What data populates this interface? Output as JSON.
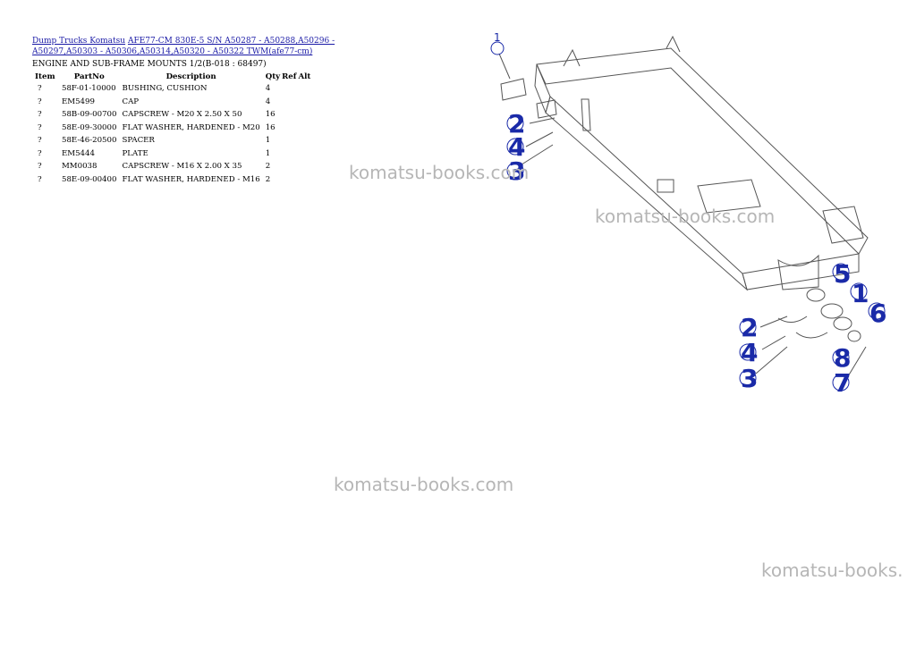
{
  "breadcrumb": {
    "link1": "Dump Trucks Komatsu",
    "link2": "AFE77-CM 830E-5 S/N A50287 - A50288,A50296 - A50297,A50303 - A50306,A50314,A50320 - A50322 TWM(afe77-cm)"
  },
  "page_title": "ENGINE AND SUB-FRAME MOUNTS 1/2(B-018 : 68497)",
  "table": {
    "headers": [
      "Item",
      "PartNo",
      "Description",
      "Qty",
      "Ref",
      "Alt"
    ],
    "rows": [
      [
        "?",
        "58F-01-10000",
        "BUSHING, CUSHION",
        "4"
      ],
      [
        "?",
        "EM5499",
        "CAP",
        "4"
      ],
      [
        "?",
        "58B-09-00700",
        "CAPSCREW - M20 X 2.50 X 50",
        "16"
      ],
      [
        "?",
        "58E-09-30000",
        "FLAT WASHER, HARDENED - M20",
        "16"
      ],
      [
        "?",
        "58E-46-20500",
        "SPACER",
        "1"
      ],
      [
        "?",
        "EM5444",
        "PLATE",
        "1"
      ],
      [
        "?",
        "MM0038",
        "CAPSCREW - M16 X 2.00 X 35",
        "2"
      ],
      [
        "?",
        "58E-09-00400",
        "FLAT WASHER, HARDENED - M16",
        "2"
      ]
    ]
  },
  "watermarks": [
    "komatsu-books.com",
    "komatsu-books.com",
    "komatsu-books.com",
    "komatsu-books."
  ],
  "diagram": {
    "callouts_upper": [
      "1",
      "2",
      "4",
      "3"
    ],
    "callouts_lower": [
      "5",
      "1",
      "6",
      "2",
      "4",
      "3",
      "8",
      "7"
    ]
  },
  "colors": {
    "link": "#1a1aa6",
    "callout": "#1a2aa8",
    "watermark": "#b6b6b6"
  }
}
